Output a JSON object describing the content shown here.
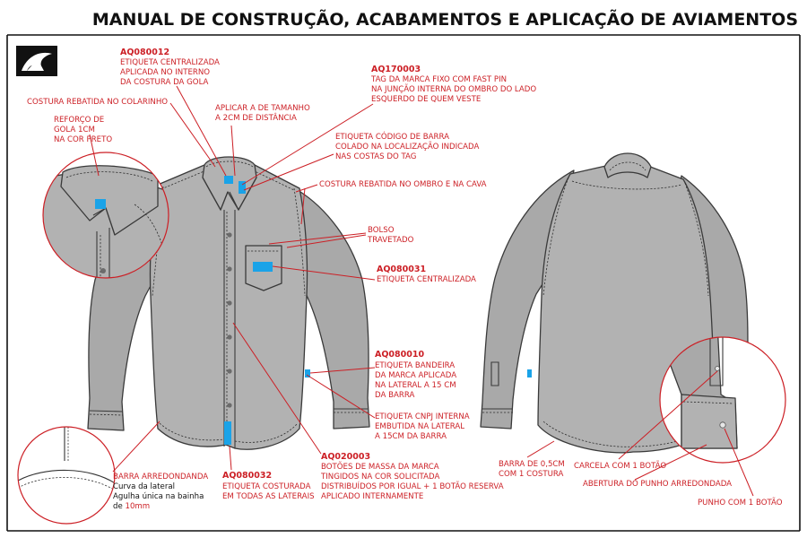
{
  "title": "MANUAL DE CONSTRUÇÃO, ACABAMENTOS E APLICAÇÃO DE AVIAMENTOS",
  "colors": {
    "accent": "#cc1f25",
    "tag": "#1aa3e8",
    "fabric": "#b2b2b2"
  },
  "logo": {
    "icon": "brand-wave-mountain-icon"
  },
  "labels": {
    "aq080012": {
      "code": "AQ080012",
      "lines": [
        "ETIQUETA CENTRALIZADA",
        "APLICADA NO INTERNO",
        "DA COSTURA DA GOLA"
      ]
    },
    "aq170003": {
      "code": "AQ170003",
      "lines": [
        "TAG DA MARCA FIXO COM FAST PIN",
        "NA JUNÇÃO INTERNA DO OMBRO DO LADO",
        "ESQUERDO DE QUEM VESTE"
      ]
    },
    "costura_colarinho": {
      "lines": [
        "COSTURA REBATIDA NO COLARINHO"
      ]
    },
    "aplicar": {
      "lines": [
        "APLICAR A DE TAMANHO",
        "A 2CM DE DISTÂNCIA"
      ]
    },
    "reforco": {
      "lines": [
        "REFORÇO DE",
        "GOLA 1CM",
        "NA COR PRETO"
      ]
    },
    "codigo_barra": {
      "lines": [
        "ETIQUETA CÓDIGO DE BARRA",
        "COLADO NA LOCALIZAÇÃO INDICADA",
        "NAS COSTAS DO TAG"
      ]
    },
    "costura_ombro": {
      "lines": [
        "COSTURA REBATIDA NO OMBRO E NA CAVA"
      ]
    },
    "bolso": {
      "lines": [
        "BOLSO",
        "TRAVETADO"
      ]
    },
    "aq080031": {
      "code": "AQ080031",
      "lines": [
        "ETIQUETA CENTRALIZADA"
      ]
    },
    "aq080010": {
      "code": "AQ080010",
      "lines": [
        "ETIQUETA BANDEIRA",
        "DA MARCA APLICADA",
        "NA LATERAL A 15 CM",
        "DA BARRA"
      ]
    },
    "cnpj": {
      "lines": [
        "ETIQUETA CNPJ INTERNA",
        "EMBUTIDA NA LATERAL",
        "A 15CM DA BARRA"
      ]
    },
    "aq020003": {
      "code": "AQ020003",
      "lines": [
        "BOTÕES DE MASSA DA MARCA",
        "TINGIDOS NA COR SOLICITADA",
        "DISTRIBUÍDOS POR IGUAL + 1 BOTÃO RESERVA",
        "APLICADO INTERNAMENTE"
      ]
    },
    "aq080032": {
      "code": "AQ080032",
      "lines": [
        "ETIQUETA COSTURADA",
        "EM TODAS AS LATERAIS"
      ]
    },
    "barra_arredondada": {
      "title": "BARRA ARREDONDANDA",
      "line1": "Curva da lateral",
      "line2": "Agulha única na bainha",
      "line3_prefix": "de ",
      "line3_value": "10mm"
    },
    "barra_05": {
      "lines": [
        "BARRA DE 0,5CM",
        "COM 1 COSTURA"
      ]
    },
    "carcela": {
      "lines": [
        "CARCELA COM 1 BOTÃO"
      ]
    },
    "abertura": {
      "lines": [
        "ABERTURA DO PUNHO ARREDONDADA"
      ]
    },
    "punho": {
      "lines": [
        "PUNHO COM 1 BOTÃO"
      ]
    }
  }
}
